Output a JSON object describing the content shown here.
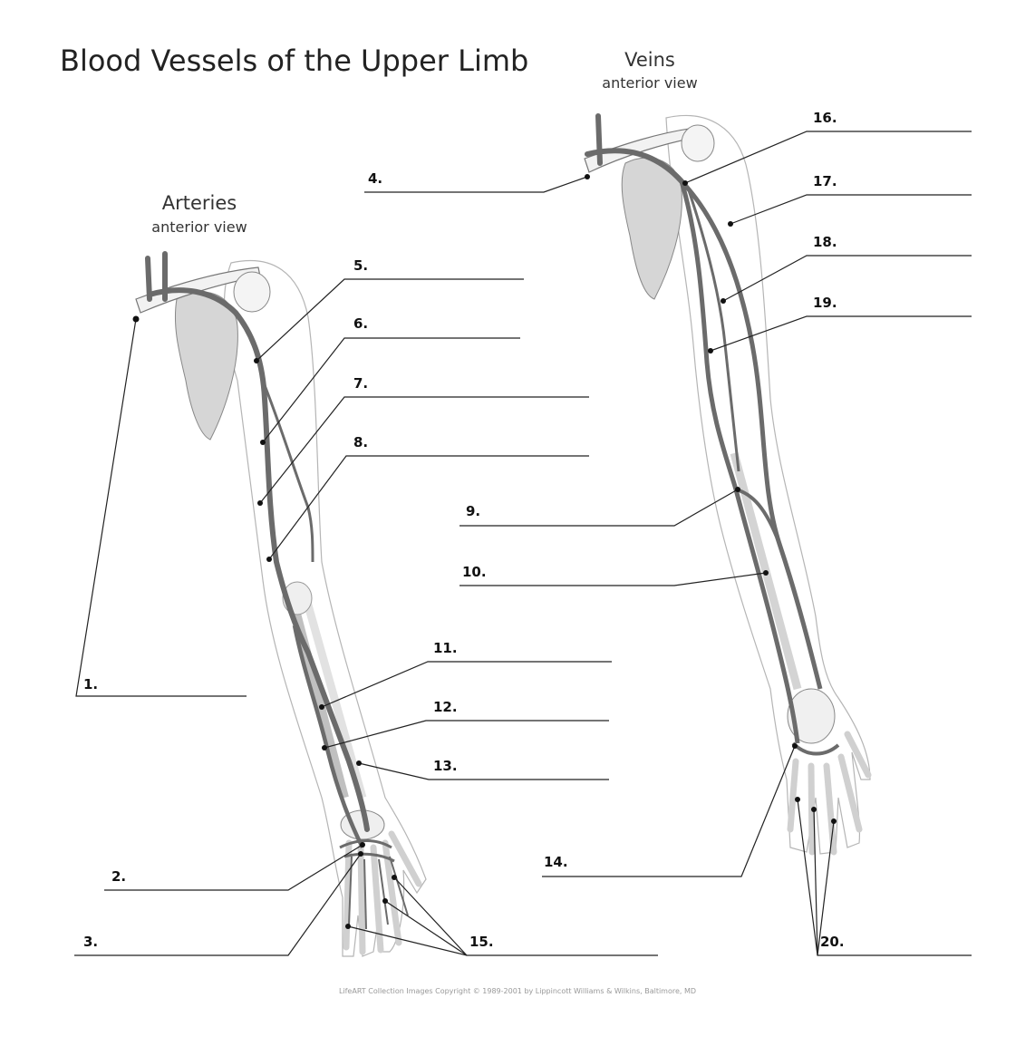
{
  "title": "Blood Vessels of the Upper Limb",
  "arteries": {
    "title": "Arteries",
    "subtitle": "anterior view"
  },
  "veins": {
    "title": "Veins",
    "subtitle": "anterior view"
  },
  "labels": {
    "n1": "1.",
    "n2": "2.",
    "n3": "3.",
    "n4": "4.",
    "n5": "5.",
    "n6": "6.",
    "n7": "7.",
    "n8": "8.",
    "n9": "9.",
    "n10": "10.",
    "n11": "11.",
    "n12": "12.",
    "n13": "13.",
    "n14": "14.",
    "n15": "15.",
    "n16": "16.",
    "n17": "17.",
    "n18": "18.",
    "n19": "19.",
    "n20": "20."
  },
  "copyright": "LifeART Collection Images Copyright © 1989-2001 by Lippincott Williams & Wilkins, Baltimore, MD",
  "colors": {
    "vessel": "#6b6b6b",
    "bone": "#d8d8d8",
    "outline": "#9a9a9a",
    "line": "#222222"
  }
}
